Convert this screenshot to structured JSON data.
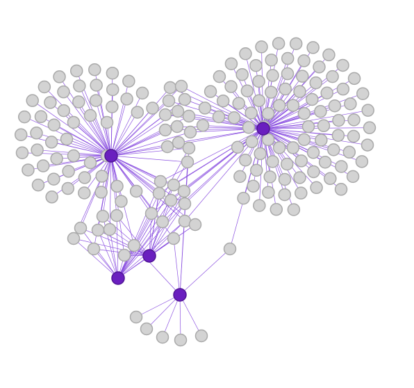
{
  "colors": {
    "background": "#ffffff",
    "edge": "#8a4fe0",
    "hub_fill": "#6a1fbf",
    "hub_stroke": "#4f1494",
    "leaf_fill": "#d3d3d3",
    "leaf_stroke": "#a9a9a9"
  },
  "graph": {
    "hubs": [
      {
        "id": "A"
      },
      {
        "id": "B"
      },
      {
        "id": "C"
      },
      {
        "id": "D"
      },
      {
        "id": "E"
      }
    ],
    "groups": [
      {
        "hubs": [
          "A"
        ],
        "count": 50
      },
      {
        "hubs": [
          "B"
        ],
        "count": 94
      },
      {
        "hubs": [
          "A",
          "B"
        ],
        "count": 12
      },
      {
        "hubs": [
          "A",
          "B",
          "C",
          "D"
        ],
        "count": 9
      },
      {
        "hubs": [
          "A",
          "C",
          "D"
        ],
        "count": 9
      },
      {
        "hubs": [
          "A",
          "D",
          "E"
        ],
        "count": 4
      },
      {
        "hubs": [
          "B",
          "E"
        ],
        "count": 1
      },
      {
        "hubs": [
          "E"
        ],
        "count": 5
      }
    ]
  }
}
